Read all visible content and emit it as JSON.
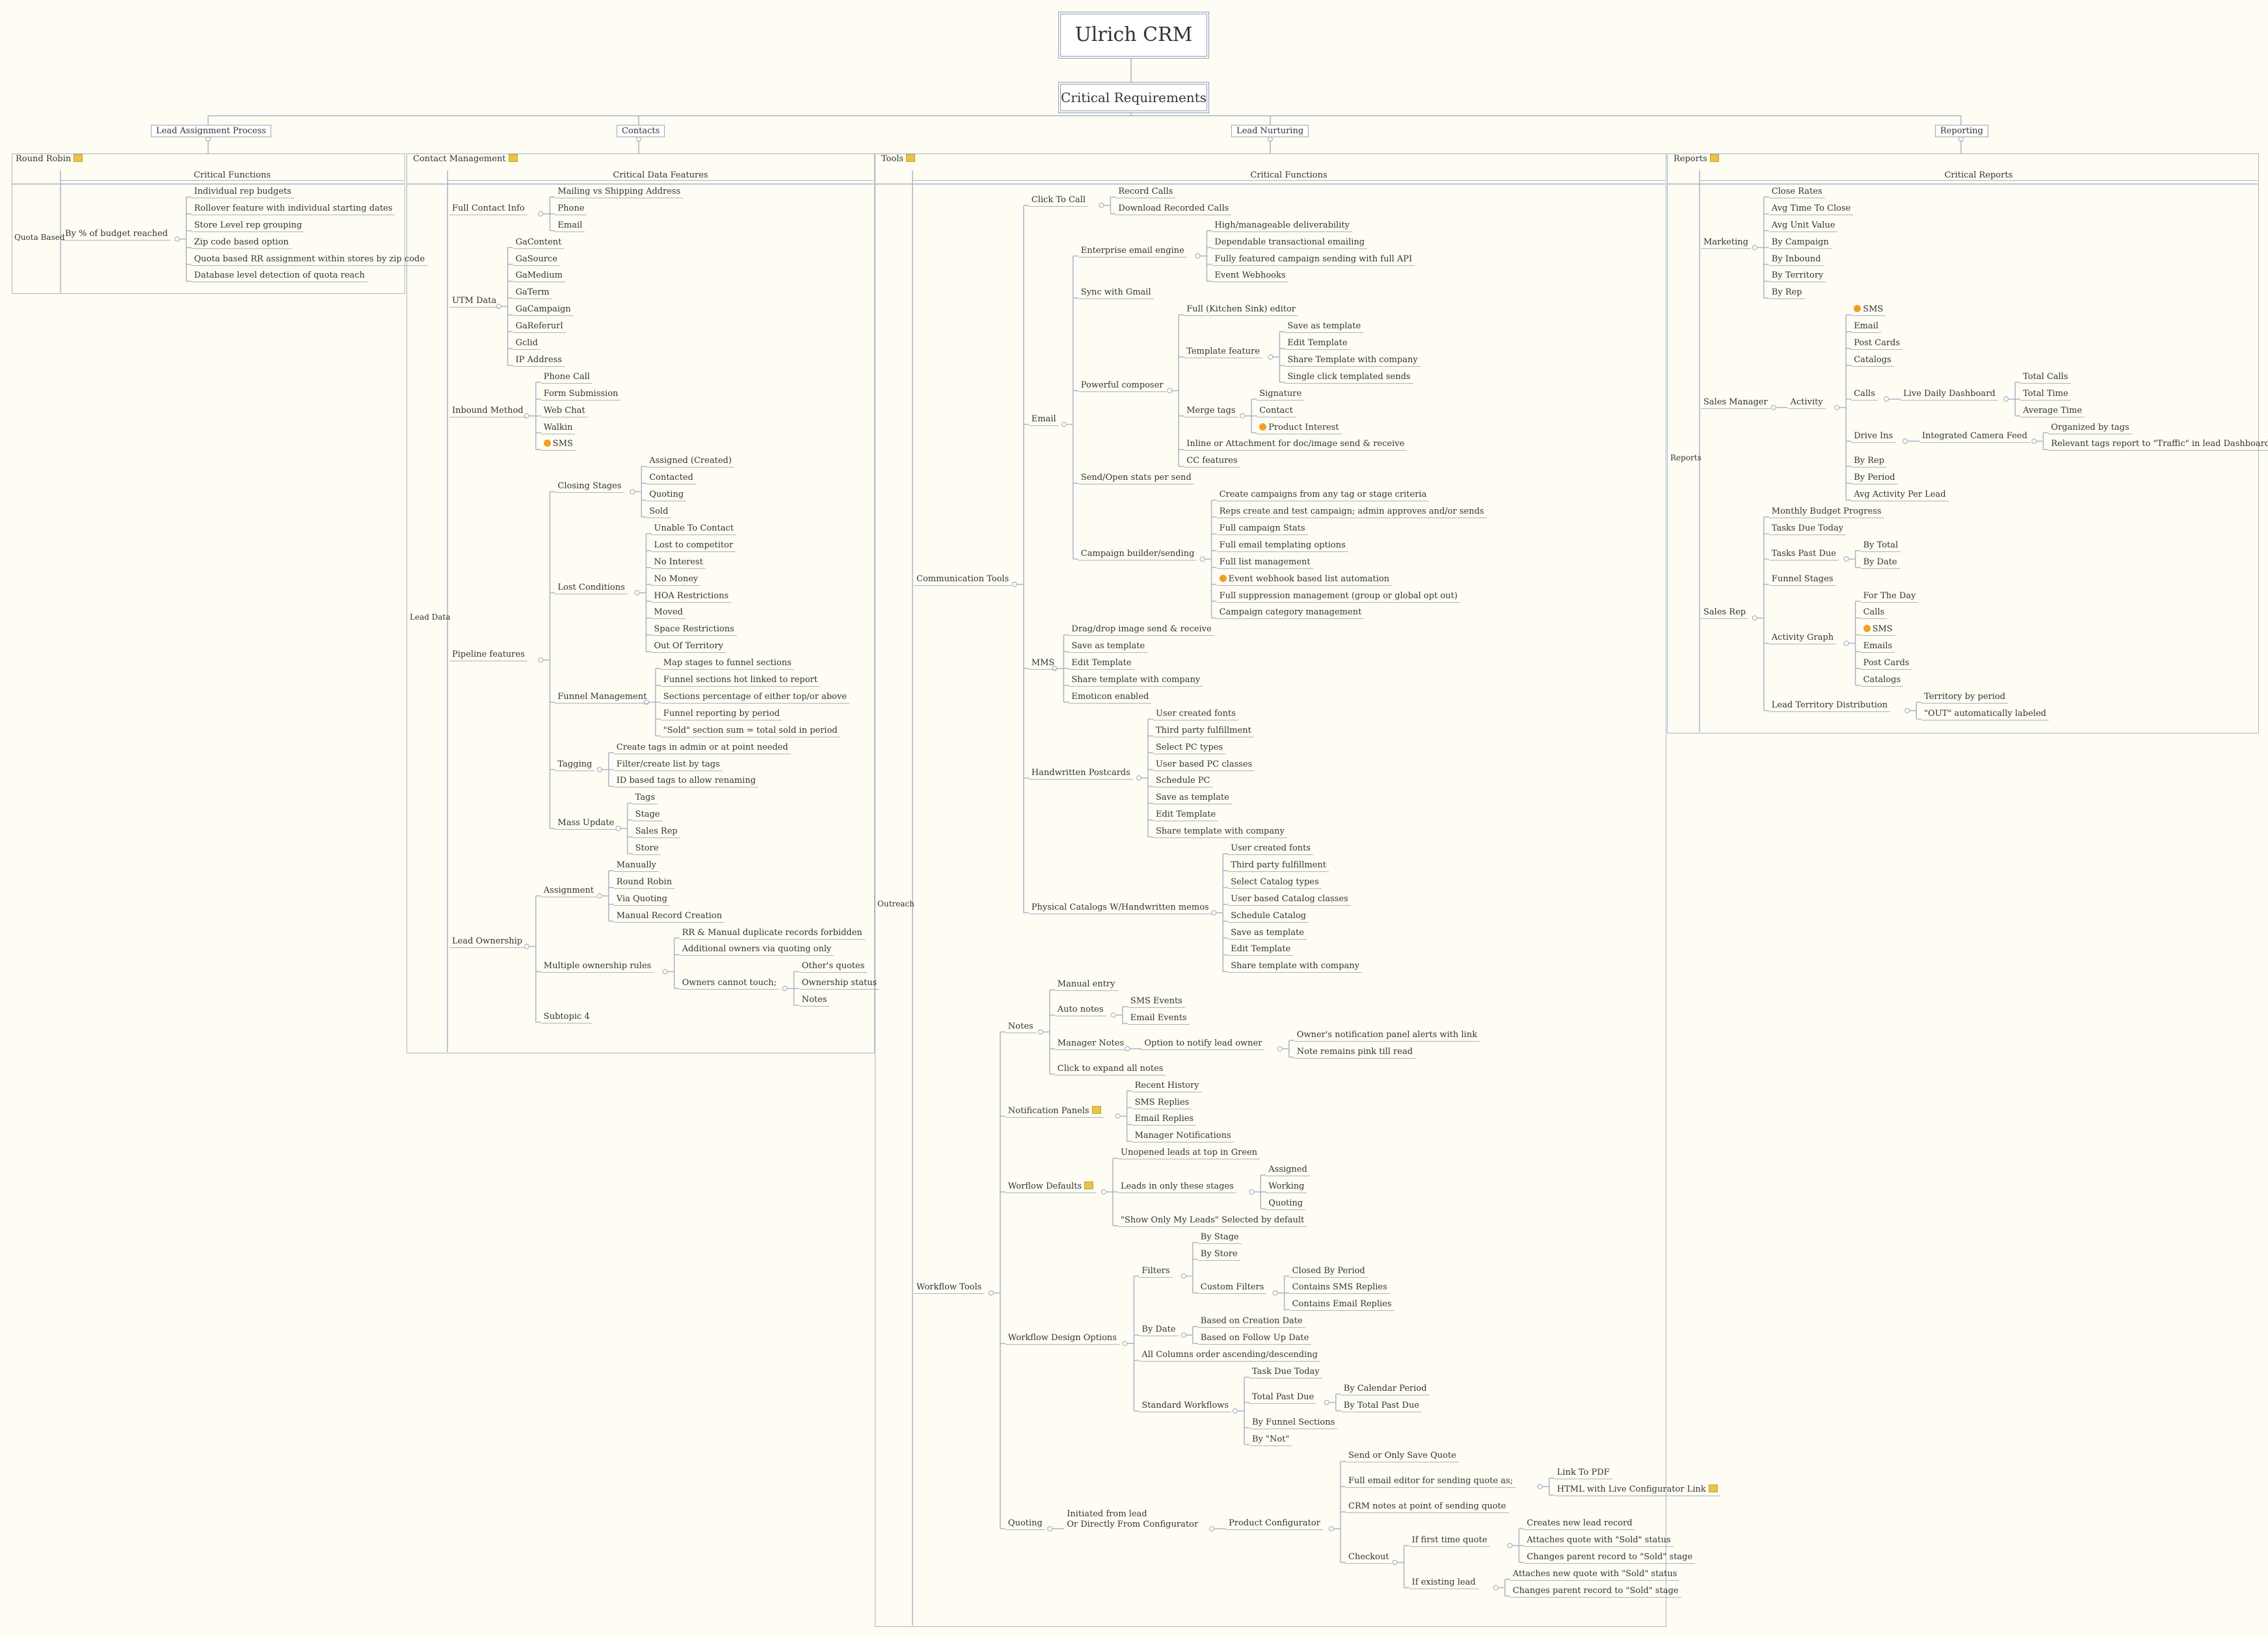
{
  "title": "Ulrich CRM",
  "subtitle": "Critical Requirements",
  "branches": [
    "Lead Assignment Process",
    "Contacts",
    "Lead Nurturing",
    "Reporting"
  ],
  "panels": {
    "round_robin": {
      "title": "Round Robin",
      "header": "Critical Functions",
      "row_label": "Quota Based"
    },
    "contact_mgmt": {
      "title": "Contact Management",
      "header": "Critical Data Features",
      "row_label": "Lead Data"
    },
    "tools": {
      "title": "Tools",
      "header": "Critical Functions",
      "row_label": "Outreach"
    },
    "reports": {
      "title": "Reports",
      "header": "Critical Reports",
      "row_label": "Reports"
    }
  },
  "tree": {
    "round_robin": [
      "By % of budget reached",
      [
        [
          "Individual rep budgets"
        ],
        [
          "Rollover feature with individual starting dates"
        ],
        [
          "Store Level rep grouping"
        ],
        [
          "Zip code based option"
        ],
        [
          "Quota based RR assignment within stores by zip code"
        ],
        [
          "Database level detection of quota reach"
        ]
      ]
    ],
    "contacts": [
      [
        "Full Contact Info",
        [
          [
            "Mailing vs Shipping Address"
          ],
          [
            "Phone"
          ],
          [
            "Email"
          ]
        ]
      ],
      [
        "UTM Data",
        [
          [
            "GaContent"
          ],
          [
            "GaSource"
          ],
          [
            "GaMedium"
          ],
          [
            "GaTerm"
          ],
          [
            "GaCampaign"
          ],
          [
            "GaReferurl"
          ],
          [
            "Gclid"
          ],
          [
            "IP Address"
          ]
        ]
      ],
      [
        "Inbound Method",
        [
          [
            "Phone Call"
          ],
          [
            "Form Submission"
          ],
          [
            "Web Chat"
          ],
          [
            "Walkin"
          ],
          [
            "SMS"
          ]
        ]
      ],
      [
        "Pipeline features",
        [
          [
            "Closing Stages",
            [
              [
                "Assigned (Created)"
              ],
              [
                "Contacted"
              ],
              [
                "Quoting"
              ],
              [
                "Sold"
              ]
            ]
          ],
          [
            "Lost Conditions",
            [
              [
                "Unable To Contact"
              ],
              [
                "Lost to competitor"
              ],
              [
                "No Interest"
              ],
              [
                "No Money"
              ],
              [
                "HOA Restrictions"
              ],
              [
                "Moved"
              ],
              [
                "Space Restrictions"
              ],
              [
                "Out Of Territory"
              ]
            ]
          ],
          [
            "Funnel Management",
            [
              [
                "Map stages to funnel sections"
              ],
              [
                "Funnel sections hot linked to report"
              ],
              [
                "Sections percentage of either top/or above"
              ],
              [
                "Funnel reporting by period"
              ],
              [
                "\"Sold\" section sum = total sold in period"
              ]
            ]
          ],
          [
            "Tagging",
            [
              [
                "Create tags in admin or at point needed"
              ],
              [
                "Filter/create list by tags"
              ],
              [
                "ID based tags to allow renaming"
              ]
            ]
          ],
          [
            "Mass Update",
            [
              [
                "Tags"
              ],
              [
                "Stage"
              ],
              [
                "Sales Rep"
              ],
              [
                "Store"
              ]
            ]
          ]
        ]
      ],
      [
        "Lead Ownership",
        [
          [
            "Assignment",
            [
              [
                "Manually"
              ],
              [
                "Round Robin"
              ],
              [
                "Via Quoting"
              ],
              [
                "Manual Record Creation"
              ]
            ]
          ],
          [
            "Multiple ownership rules",
            [
              [
                "RR & Manual duplicate records forbidden"
              ],
              [
                "Additional owners via quoting only"
              ],
              [
                "Owners cannot touch;",
                [
                  [
                    "Other's quotes"
                  ],
                  [
                    "Ownership status"
                  ],
                  [
                    "Notes"
                  ]
                ]
              ]
            ]
          ],
          [
            "Subtopic 4"
          ]
        ]
      ]
    ],
    "tools": [
      [
        "Communication Tools",
        [
          [
            "Click To Call",
            [
              [
                "Record Calls"
              ],
              [
                "Download Recorded Calls"
              ]
            ]
          ],
          [
            "Email",
            [
              [
                "Enterprise email engine",
                [
                  [
                    "High/manageable deliverability"
                  ],
                  [
                    "Dependable transactional emailing"
                  ],
                  [
                    "Fully featured campaign sending with full API"
                  ],
                  [
                    "Event Webhooks"
                  ]
                ]
              ],
              [
                "Sync with Gmail"
              ],
              [
                "Powerful composer",
                [
                  [
                    "Full (Kitchen Sink) editor"
                  ],
                  [
                    "Template feature",
                    [
                      [
                        "Save as template"
                      ],
                      [
                        "Edit Template"
                      ],
                      [
                        "Share Template with company"
                      ],
                      [
                        "Single click templated sends"
                      ]
                    ]
                  ],
                  [
                    "Merge tags",
                    [
                      [
                        "Signature"
                      ],
                      [
                        "Contact"
                      ],
                      [
                        "Product Interest"
                      ]
                    ]
                  ],
                  [
                    "Inline or Attachment for doc/image send & receive"
                  ],
                  [
                    "CC features"
                  ]
                ]
              ],
              [
                "Send/Open stats per send"
              ],
              [
                "Campaign builder/sending",
                [
                  [
                    "Create campaigns from any tag or stage criteria"
                  ],
                  [
                    "Reps create and test campaign; admin approves and/or sends"
                  ],
                  [
                    "Full campaign Stats"
                  ],
                  [
                    "Full email templating options"
                  ],
                  [
                    "Full list management"
                  ],
                  [
                    "Event webhook based list automation"
                  ],
                  [
                    "Full suppression management (group or global opt out)"
                  ],
                  [
                    "Campaign category management"
                  ]
                ]
              ]
            ]
          ],
          [
            "MMS",
            [
              [
                "Drag/drop image send & receive"
              ],
              [
                "Save as template"
              ],
              [
                "Edit Template"
              ],
              [
                "Share template with company"
              ],
              [
                "Emoticon enabled"
              ]
            ]
          ],
          [
            "Handwritten Postcards",
            [
              [
                "User created fonts"
              ],
              [
                "Third party fulfillment"
              ],
              [
                "Select PC types"
              ],
              [
                "User based PC classes"
              ],
              [
                "Schedule PC"
              ],
              [
                "Save as template"
              ],
              [
                "Edit Template"
              ],
              [
                "Share template with company"
              ]
            ]
          ],
          [
            "Physical Catalogs W/Handwritten memos",
            [
              [
                "User created fonts"
              ],
              [
                "Third party fulfillment"
              ],
              [
                "Select Catalog types"
              ],
              [
                "User based Catalog classes"
              ],
              [
                "Schedule Catalog"
              ],
              [
                "Save as template"
              ],
              [
                "Edit Template"
              ],
              [
                "Share template with company"
              ]
            ]
          ]
        ]
      ],
      [
        "Workflow Tools",
        [
          [
            "Notes",
            [
              [
                "Manual entry"
              ],
              [
                "Auto notes",
                [
                  [
                    "SMS Events"
                  ],
                  [
                    "Email Events"
                  ]
                ]
              ],
              [
                "Manager Notes",
                [
                  [
                    "Option to notify lead owner",
                    [
                      [
                        "Owner's notification panel alerts with link"
                      ],
                      [
                        "Note remains pink till read"
                      ]
                    ]
                  ]
                ]
              ],
              [
                "Click to expand all notes"
              ]
            ]
          ],
          [
            "Notification Panels",
            [
              [
                "Recent History"
              ],
              [
                "SMS Replies"
              ],
              [
                "Email Replies"
              ],
              [
                "Manager Notifications"
              ]
            ]
          ],
          [
            "Worflow Defaults",
            [
              [
                "Unopened leads at top in Green"
              ],
              [
                "Leads in only these stages",
                [
                  [
                    "Assigned"
                  ],
                  [
                    "Working"
                  ],
                  [
                    "Quoting"
                  ]
                ]
              ],
              [
                "\"Show Only My Leads\" Selected by default"
              ]
            ]
          ],
          [
            "Workflow Design Options",
            [
              [
                "Filters",
                [
                  [
                    "By Stage"
                  ],
                  [
                    "By Store"
                  ],
                  [
                    "Custom Filters",
                    [
                      [
                        "Closed By Period"
                      ],
                      [
                        "Contains SMS Replies"
                      ],
                      [
                        "Contains Email Replies"
                      ]
                    ]
                  ]
                ]
              ],
              [
                "By Date",
                [
                  [
                    "Based on Creation Date"
                  ],
                  [
                    "Based on Follow Up Date"
                  ]
                ]
              ],
              [
                "All Columns order ascending/descending"
              ],
              [
                "Standard Workflows",
                [
                  [
                    "Task Due Today"
                  ],
                  [
                    "Total Past Due",
                    [
                      [
                        "By Calendar Period"
                      ],
                      [
                        "By Total Past Due"
                      ]
                    ]
                  ],
                  [
                    "By Funnel Sections"
                  ],
                  [
                    "By \"Not\""
                  ]
                ]
              ]
            ]
          ],
          [
            "Quoting",
            [
              [
                "Initiated from lead\nOr Directly From Configurator",
                [
                  [
                    "Product Configurator",
                    [
                      [
                        "Send or Only Save Quote"
                      ],
                      [
                        "Full email editor for sending quote as;",
                        [
                          [
                            "Link To PDF"
                          ],
                          [
                            "HTML with Live Configurator Link"
                          ]
                        ]
                      ],
                      [
                        "CRM notes at point of sending quote"
                      ],
                      [
                        "Checkout",
                        [
                          [
                            "If first time quote",
                            [
                              [
                                "Creates new lead record"
                              ],
                              [
                                "Attaches quote with \"Sold\" status"
                              ],
                              [
                                "Changes parent record to \"Sold\" stage"
                              ]
                            ]
                          ],
                          [
                            "If existing lead",
                            [
                              [
                                "Attaches new quote with \"Sold\" status"
                              ],
                              [
                                "Changes parent record to \"Sold\" stage"
                              ]
                            ]
                          ]
                        ]
                      ]
                    ]
                  ]
                ]
              ]
            ]
          ]
        ]
      ]
    ],
    "reports": [
      [
        "Marketing",
        [
          [
            "Close Rates"
          ],
          [
            "Avg Time To Close"
          ],
          [
            "Avg Unit Value"
          ],
          [
            "By Campaign"
          ],
          [
            "By Inbound"
          ],
          [
            "By Territory"
          ],
          [
            "By Rep"
          ]
        ]
      ],
      [
        "Sales Manager",
        [
          [
            "Activity",
            [
              [
                "SMS"
              ],
              [
                "Email"
              ],
              [
                "Post Cards"
              ],
              [
                "Catalogs"
              ],
              [
                "Calls",
                [
                  [
                    "Live Daily Dashboard",
                    [
                      [
                        "Total Calls"
                      ],
                      [
                        "Total Time"
                      ],
                      [
                        "Average Time"
                      ]
                    ]
                  ]
                ]
              ],
              [
                "Drive Ins",
                [
                  [
                    "Integrated Camera Feed",
                    [
                      [
                        "Organized by tags"
                      ],
                      [
                        "Relevant tags report to \"Traffic\" in lead Dashboard"
                      ]
                    ]
                  ]
                ]
              ],
              [
                "By Rep"
              ],
              [
                "By Period"
              ],
              [
                "Avg Activity Per Lead"
              ]
            ]
          ]
        ]
      ],
      [
        "Sales Rep",
        [
          [
            "Monthly Budget Progress"
          ],
          [
            "Tasks Due Today"
          ],
          [
            "Tasks Past Due",
            [
              [
                "By Total"
              ],
              [
                "By Date"
              ]
            ]
          ],
          [
            "Funnel Stages"
          ],
          [
            "Activity Graph",
            [
              [
                "For The Day"
              ],
              [
                "Calls"
              ],
              [
                "SMS"
              ],
              [
                "Emails"
              ],
              [
                "Post Cards"
              ],
              [
                "Catalogs"
              ]
            ]
          ],
          [
            "Lead Territory Distribution",
            [
              [
                "Territory by period"
              ],
              [
                "\"OUT\" automatically labeled"
              ]
            ]
          ]
        ]
      ]
    ]
  },
  "colors": {
    "background": "#fefcf3",
    "line": "#a8b5c8",
    "marker": "#f0a020",
    "note": "#e6c547"
  },
  "markers": {
    "dot": [
      "SMS",
      "Product Interest",
      "Event webhook based list automation"
    ],
    "note": [
      "Notification Panels",
      "Worflow Defaults",
      "HTML with Live Configurator Link"
    ]
  },
  "icons": [
    "pencil-icon",
    "expand-icon",
    "bullet-marker-icon",
    "note-icon"
  ]
}
